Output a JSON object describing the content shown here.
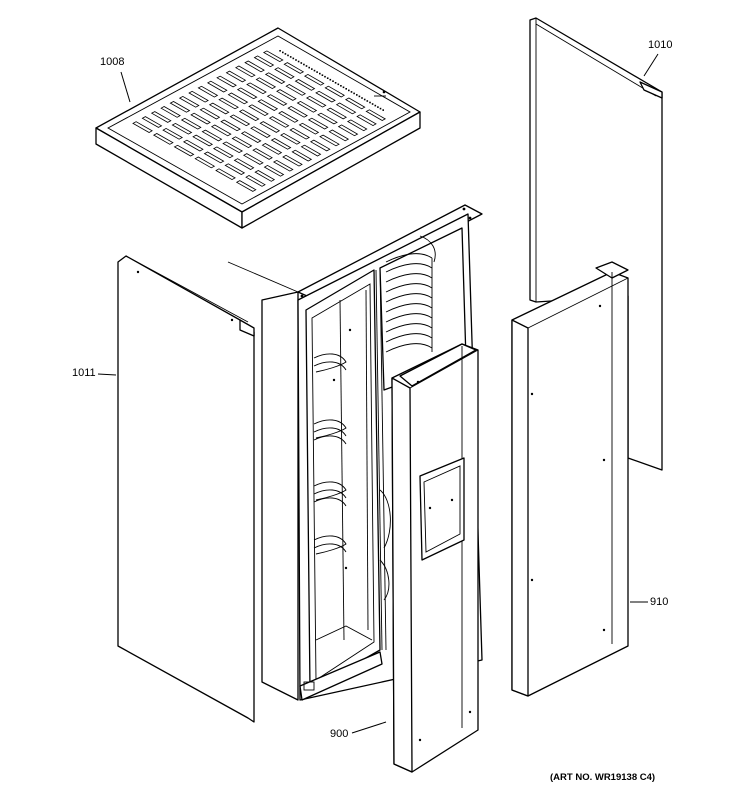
{
  "callouts": {
    "top_panel": "1008",
    "rear_panel": "1010",
    "left_side_panel": "1011",
    "right_door": "910",
    "left_door": "900"
  },
  "art_number": "(ART NO. WR19138 C4)"
}
